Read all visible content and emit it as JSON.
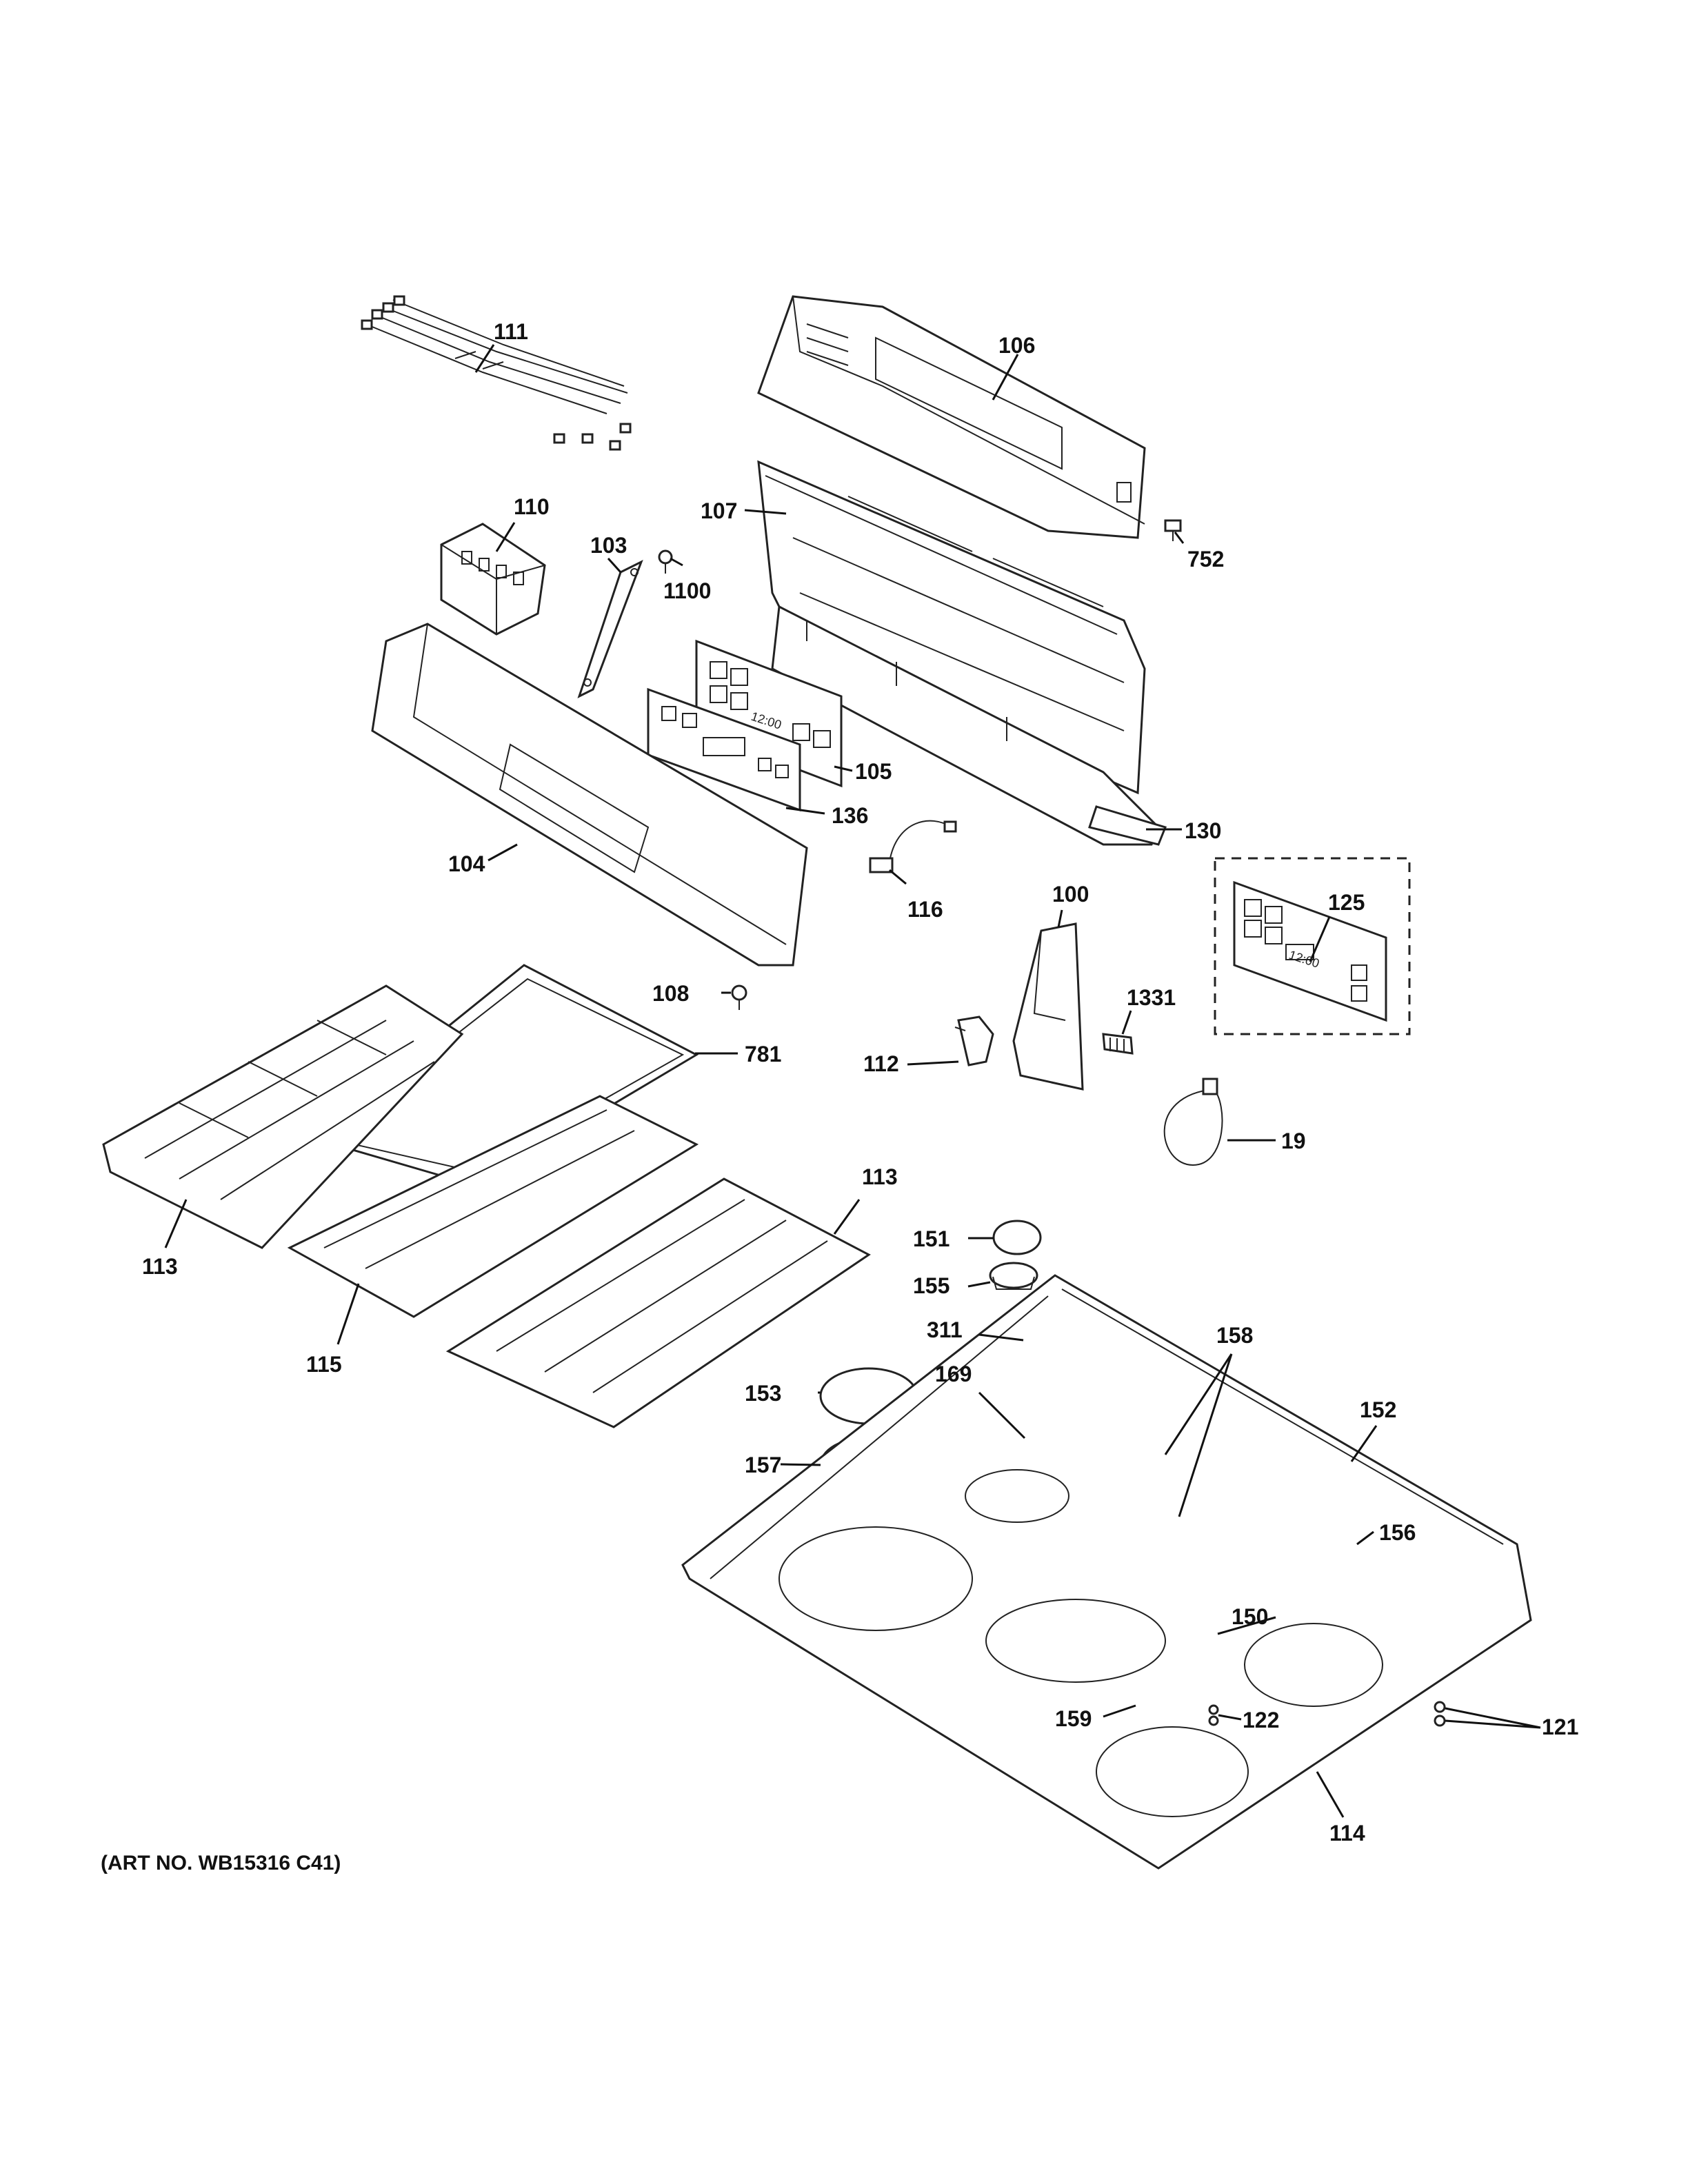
{
  "art_number": "(ART NO. WB15316 C41)",
  "callouts": [
    "111",
    "106",
    "110",
    "103",
    "1100",
    "107",
    "752",
    "105",
    "136",
    "104",
    "130",
    "116",
    "100",
    "125",
    "108",
    "781",
    "112",
    "1331",
    "19",
    "113",
    "113",
    "115",
    "151",
    "155",
    "311",
    "158",
    "153",
    "169",
    "152",
    "157",
    "156",
    "150",
    "159",
    "122",
    "121",
    "114"
  ],
  "display_text": "12:00"
}
